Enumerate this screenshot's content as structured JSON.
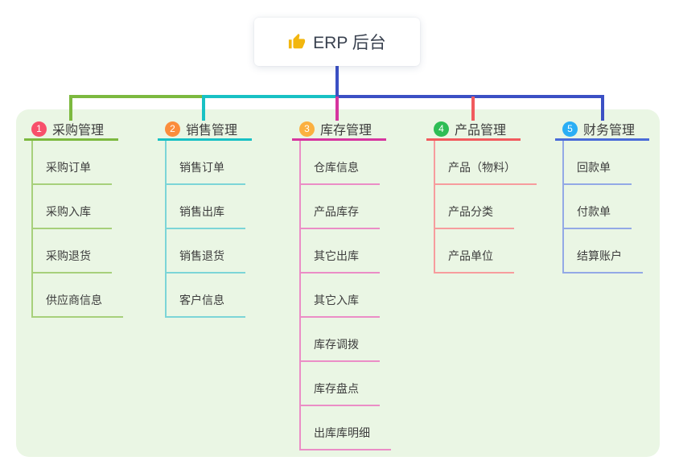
{
  "root": {
    "label": "ERP 后台",
    "icon": "thumbs-up-icon",
    "icon_color": "#f2b60e",
    "connector_color": "#3b50c4"
  },
  "panel": {
    "background": "#eaf6e4"
  },
  "branches": [
    {
      "badge": "1",
      "label": "采购管理",
      "badge_color": "#f8506b",
      "line_color": "#7cb93f",
      "child_line_color": "#a7d07b",
      "children": [
        "采购订单",
        "采购入库",
        "采购退货",
        "供应商信息"
      ]
    },
    {
      "badge": "2",
      "label": "销售管理",
      "badge_color": "#fb8d3c",
      "line_color": "#18c1c4",
      "child_line_color": "#7cd5d7",
      "children": [
        "销售订单",
        "销售出库",
        "销售退货",
        "客户信息"
      ]
    },
    {
      "badge": "3",
      "label": "库存管理",
      "badge_color": "#fbb040",
      "line_color": "#d6359f",
      "child_line_color": "#eb8dc6",
      "children": [
        "仓库信息",
        "产品库存",
        "其它出库",
        "其它入库",
        "库存调拨",
        "库存盘点",
        "出库库明细"
      ]
    },
    {
      "badge": "4",
      "label": "产品管理",
      "badge_color": "#2ebd55",
      "line_color": "#f15b5e",
      "child_line_color": "#f79c9d",
      "children": [
        "产品（物料）",
        "产品分类",
        "产品单位"
      ]
    },
    {
      "badge": "5",
      "label": "财务管理",
      "badge_color": "#2aaef5",
      "line_color": "#4a6bd8",
      "child_line_color": "#93a9e6",
      "children": [
        "回款单",
        "付款单",
        "结算账户"
      ]
    }
  ]
}
